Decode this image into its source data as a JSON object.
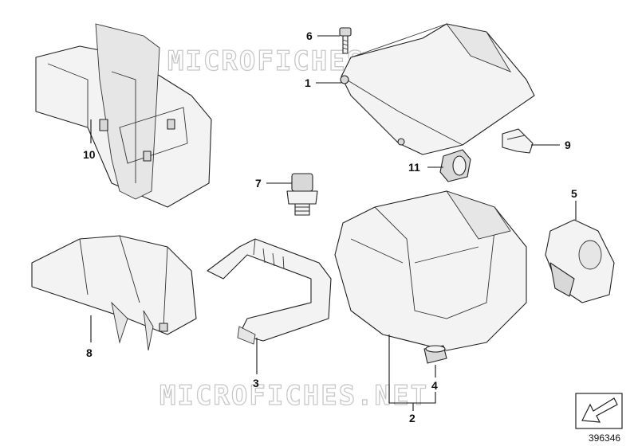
{
  "watermark_text": "MICROFICHES.NET",
  "callouts": [
    {
      "id": "6",
      "label": "6"
    },
    {
      "id": "1",
      "label": "1"
    },
    {
      "id": "10",
      "label": "10"
    },
    {
      "id": "9",
      "label": "9"
    },
    {
      "id": "11",
      "label": "11"
    },
    {
      "id": "7",
      "label": "7"
    },
    {
      "id": "5",
      "label": "5"
    },
    {
      "id": "8",
      "label": "8"
    },
    {
      "id": "3",
      "label": "3"
    },
    {
      "id": "4",
      "label": "4"
    },
    {
      "id": "2",
      "label": "2"
    }
  ],
  "diagram_id": "396346",
  "orientation_icon": "arrow-icon"
}
